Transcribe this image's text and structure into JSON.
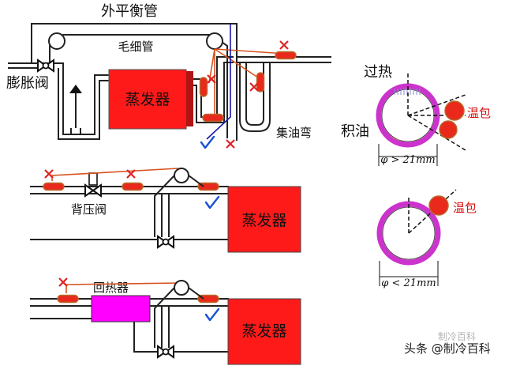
{
  "top_diagram": {
    "equalizer_label": "外平衡管",
    "capillary_label": "毛细管",
    "expansion_valve_label": "膨胀阀",
    "evaporator_label": "蒸发器",
    "oil_trap_label": "集油弯"
  },
  "right_diagram": {
    "superheat_label": "过热",
    "oil_label": "积油",
    "bulb_label_top": "温包",
    "bulb_label_bottom": "温包",
    "dim_top": "φ > 21mm",
    "dim_bottom": "φ < 21mm"
  },
  "middle_diagram": {
    "back_pressure_valve_label": "背压阀",
    "evaporator_label": "蒸发器"
  },
  "bottom_diagram": {
    "heat_exchanger_label": "回热器",
    "evaporator_label": "蒸发器"
  },
  "watermark": {
    "faint_text": "制冷百科",
    "main_text": "头条 @制冷百科"
  },
  "colors": {
    "evaporator": "#ff1a1a",
    "heat_exchanger": "#ff00ff",
    "pipe_ring": "#cc33cc",
    "bulb": "#e8291c",
    "bulb_outline": "#b86a2a",
    "capillary_red": "#d8521e",
    "capillary_blue": "#1a1aa8",
    "check_blue": "#1a4fd6",
    "cross_red": "#e02020",
    "oil": "#f4f000",
    "superheat": "#8a8ad8"
  }
}
